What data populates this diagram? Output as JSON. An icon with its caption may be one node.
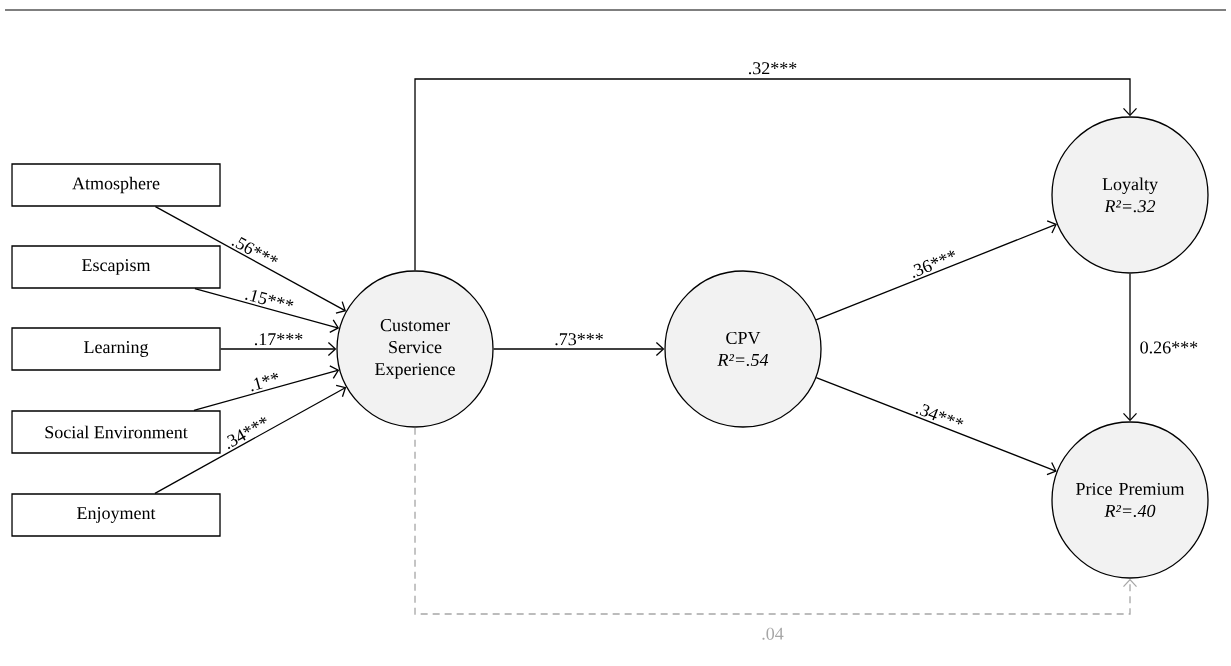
{
  "diagram": {
    "nodes": [
      {
        "text": [
          "Atmosphere"
        ]
      },
      {
        "text": [
          "Escapism"
        ]
      },
      {
        "text": [
          "Learning"
        ]
      },
      {
        "text": [
          "Social Environment"
        ]
      },
      {
        "text": [
          "Enjoyment"
        ]
      },
      {
        "text": [
          "Customer Service Experience"
        ]
      },
      {
        "text": [
          "CPV",
          "R²=.54"
        ]
      },
      {
        "text": [
          "Loyalty",
          "R²=.32"
        ]
      },
      {
        "text": [
          "Price Premium",
          "R²=.40"
        ]
      }
    ],
    "edges": [
      {
        "from": 0,
        "to": 5,
        "arrow": "to",
        "label": ".56***"
      },
      {
        "from": 1,
        "to": 5,
        "arrow": "to",
        "label": ".15***"
      },
      {
        "from": 2,
        "to": 5,
        "arrow": "to",
        "label": ".17***"
      },
      {
        "from": 3,
        "to": 5,
        "arrow": "to",
        "label": ".1**"
      },
      {
        "from": 4,
        "to": 5,
        "arrow": "to",
        "label": ".34***"
      },
      {
        "from": 5,
        "to": 6,
        "arrow": "to",
        "label": ".73***"
      },
      {
        "from": 5,
        "to": 7,
        "arrow": "to",
        "label": ".32***"
      },
      {
        "from": 6,
        "to": 7,
        "arrow": "to",
        "label": ".36***"
      },
      {
        "from": 6,
        "to": 8,
        "arrow": "to",
        "label": ".34***"
      },
      {
        "from": 7,
        "to": 8,
        "arrow": "to",
        "label": "0.26***"
      },
      {
        "from": 5,
        "to": 8,
        "arrow": "to",
        "label": ".04",
        "style": "dashed",
        "color": "#a6a6a6"
      }
    ]
  }
}
